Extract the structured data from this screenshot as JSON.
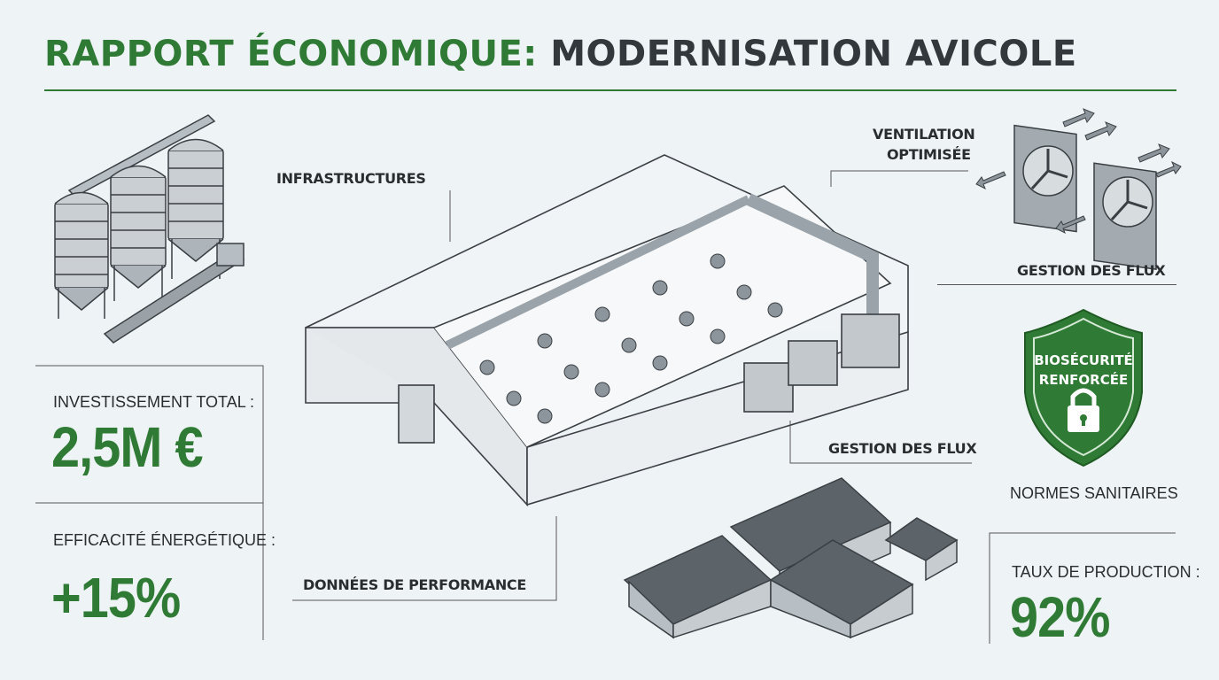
{
  "header": {
    "title_part1": "RAPPORT ÉCONOMIQUE:",
    "title_part2": "MODERNISATION AVICOLE"
  },
  "labels": {
    "infrastructures": "INFRASTRUCTURES",
    "ventilation_line1": "VENTILATION",
    "ventilation_line2": "OPTIMISÉE",
    "gestion_flux_right": "GESTION DES FLUX",
    "gestion_flux_center": "GESTION DES FLUX",
    "donnees_performance": "DONNÉES DE PERFORMANCE",
    "normes_sanitaires": "NORMES SANITAIRES"
  },
  "shield": {
    "line1": "BIOSÉCURITÉ",
    "line2": "RENFORCÉE",
    "color": "#2f7a34"
  },
  "metrics": {
    "investment_label": "INVESTISSEMENT TOTAL :",
    "investment_value": "2,5M €",
    "efficiency_label": "EFFICACITÉ ÉNERGÉTIQUE :",
    "efficiency_value": "+15%",
    "production_label": "TAUX DE PRODUCTION :",
    "production_value": "92%"
  },
  "colors": {
    "accent": "#2f7a34",
    "text_dark": "#33383c",
    "background": "#eef3f5"
  },
  "icons": [
    "silo-icon",
    "poultry-house-illustration",
    "fan-icon",
    "shield-lock-icon",
    "barn-cluster-icon"
  ]
}
